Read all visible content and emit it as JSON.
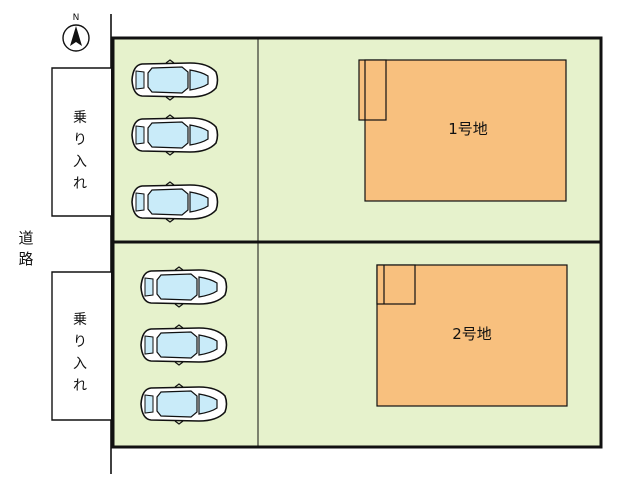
{
  "compass": {
    "north_label": "N"
  },
  "road": {
    "label": "道路"
  },
  "driveways": [
    {
      "label": "乗り入れ"
    },
    {
      "label": "乗り入れ"
    }
  ],
  "lots": [
    {
      "label": "1号地"
    },
    {
      "label": "2号地"
    }
  ],
  "colors": {
    "lawn": "#e6f2cc",
    "house": "#f8c07e",
    "car_glass": "#c9ebf9",
    "car_body": "#ffffff",
    "outline": "#111111"
  }
}
